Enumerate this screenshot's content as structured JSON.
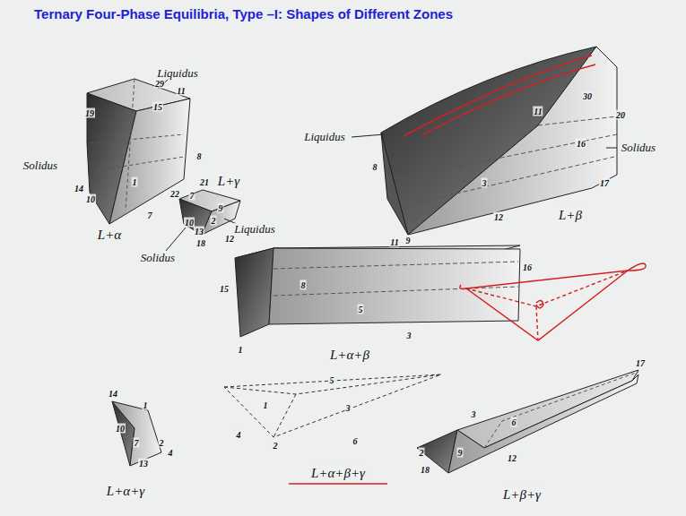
{
  "diagram": {
    "title": "Ternary  Four-Phase Equilibria, Type –I: Shapes of Different Zones",
    "labels": [
      "Liquidus",
      "29",
      "11",
      "15",
      "19",
      "Solidus",
      "8",
      "14",
      "10",
      "1",
      "7",
      "L+α",
      "21",
      "22",
      "7",
      "L+γ",
      "9",
      "10",
      "2",
      "Liquidus",
      "13",
      "18",
      "12",
      "Solidus",
      "Liquidus",
      "30",
      "20",
      "11",
      "16",
      "Solidus",
      "8",
      "3",
      "17",
      "12",
      "9",
      "L+β",
      "11",
      "15",
      "16",
      "8",
      "5",
      "1",
      "3",
      "L+α+β",
      "14",
      "1",
      "10",
      "7",
      "2",
      "4",
      "13",
      "L+α+γ",
      "5",
      "1",
      "3",
      "4",
      "2",
      "6",
      "L+α+β+γ",
      "17",
      "3",
      "6",
      "12",
      "2",
      "9",
      "18",
      "L+β+γ"
    ]
  }
}
